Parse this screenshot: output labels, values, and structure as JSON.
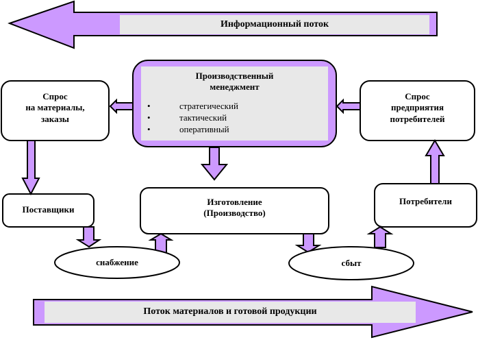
{
  "colors": {
    "arrow_fill": "#cc99ff",
    "band_fill": "#e8e8e8",
    "stroke": "#000000",
    "box_fill": "#ffffff"
  },
  "flows": {
    "information": {
      "label": "Информационный  поток",
      "direction": "left"
    },
    "materials": {
      "label": "Поток материалов и готовой  продукции",
      "direction": "right"
    }
  },
  "nodes": {
    "management": {
      "title_line1": "Производственный",
      "title_line2": "менеджмент",
      "bullet": "•",
      "levels": [
        "стратегический",
        "тактический",
        "оперативный"
      ]
    },
    "materials_demand": {
      "line1": "Спрос",
      "line2": "на материалы,",
      "line3": "заказы"
    },
    "consumer_demand": {
      "line1": "Спрос",
      "line2": "предприятия",
      "line3": "потребителей"
    },
    "suppliers": {
      "label": "Поставщики"
    },
    "production": {
      "line1": "Изготовление",
      "line2": "(Производство)"
    },
    "consumers": {
      "label": "Потребители"
    },
    "supply": {
      "label": "снабжение"
    },
    "sales": {
      "label": "сбыт"
    }
  }
}
